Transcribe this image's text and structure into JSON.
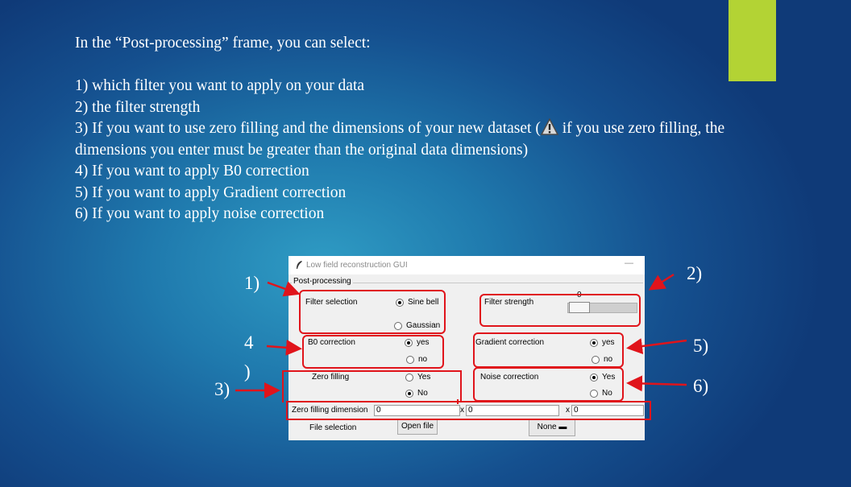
{
  "slide": {
    "intro": "In the “Post-processing” frame, you can select:",
    "item1": "1) which filter you want to apply on your data",
    "item2": "2) the filter strength",
    "item3_a": "3) If you want to use zero filling and the dimensions of your new dataset (",
    "item3_b": " if you use zero filling, the dimensions you enter must be greater than the original data dimensions)",
    "item4": "4) If  you want to apply B0 correction",
    "item5": "5) If  you want to apply Gradient correction",
    "item6": "6) If  you want to apply noise correction",
    "accent_color": "#b3d334",
    "warning_icon": "warning-triangle-icon"
  },
  "gui": {
    "window_title": "Low field reconstruction GUI",
    "minimize_glyph": "—",
    "frame_label": "Post-processing",
    "filter_selection_label": "Filter selection",
    "filter_options": [
      {
        "label": "Sine bell",
        "selected": true
      },
      {
        "label": "Gaussian",
        "selected": false
      }
    ],
    "filter_strength_label": "Filter strength",
    "filter_strength_value": "0",
    "b0_label": "B0 correction",
    "b0_options": [
      {
        "label": "yes",
        "selected": true
      },
      {
        "label": "no",
        "selected": false
      }
    ],
    "gradient_label": "Gradient correction",
    "gradient_options": [
      {
        "label": "yes",
        "selected": true
      },
      {
        "label": "no",
        "selected": false
      }
    ],
    "zero_filling_label": "Zero filling",
    "zero_filling_options": [
      {
        "label": "Yes",
        "selected": false
      },
      {
        "label": "No",
        "selected": true
      }
    ],
    "noise_label": "Noise correction",
    "noise_options": [
      {
        "label": "Yes",
        "selected": true
      },
      {
        "label": "No",
        "selected": false
      }
    ],
    "zf_dimension_label": "Zero filling dimension",
    "zf_dim_values": [
      "0",
      "0",
      "0"
    ],
    "x_separator": "x",
    "file_selection_label": "File selection",
    "open_file_label": "Open file",
    "none_menu_label": "None"
  },
  "annotations": {
    "label1": "1)",
    "label2": "2)",
    "label3": "3)",
    "label4a": "4",
    "label4b": ")",
    "label5": "5)",
    "label6": "6)",
    "color": "#e0141b"
  }
}
